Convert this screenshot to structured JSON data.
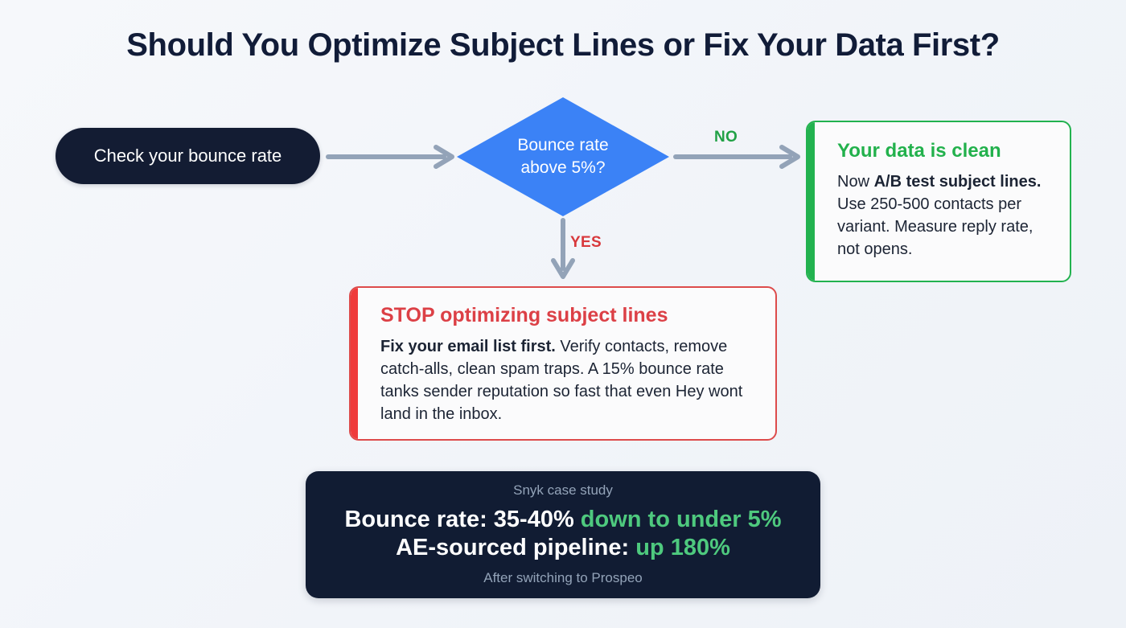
{
  "title": "Should You Optimize Subject Lines or Fix Your Data First?",
  "colors": {
    "background": "#f4f6fa",
    "title": "#111c38",
    "dark": "#131c33",
    "decision_blue": "#3b82f6",
    "arrow_gray": "#93a3b8",
    "green": "#22b14c",
    "red": "#dc4046",
    "stat_highlight": "#4ec97e",
    "muted": "#93a3b8"
  },
  "start": {
    "label": "Check your bounce rate"
  },
  "decision": {
    "line1": "Bounce rate",
    "line2": "above 5%?"
  },
  "edges": {
    "no_label": "NO",
    "yes_label": "YES"
  },
  "clean_card": {
    "title": "Your data is clean",
    "body_lead": "Now ",
    "body_bold": "A/B test subject lines.",
    "body_rest": " Use 250-500 contacts per variant. Measure reply rate, not opens."
  },
  "stop_card": {
    "title": "STOP optimizing subject lines",
    "body_bold": "Fix your email list first.",
    "body_rest": " Verify contacts, remove catch-alls, clean spam traps. A 15% bounce rate tanks sender reputation so fast that even Hey wont land in the inbox."
  },
  "stats_card": {
    "eyebrow": "Snyk case study",
    "stat1_plain": "Bounce rate: 35-40% ",
    "stat1_highlight": "down to under 5%",
    "stat2_plain": "AE-sourced pipeline: ",
    "stat2_highlight": "up 180%",
    "footnote": "After switching to Prospeo"
  }
}
